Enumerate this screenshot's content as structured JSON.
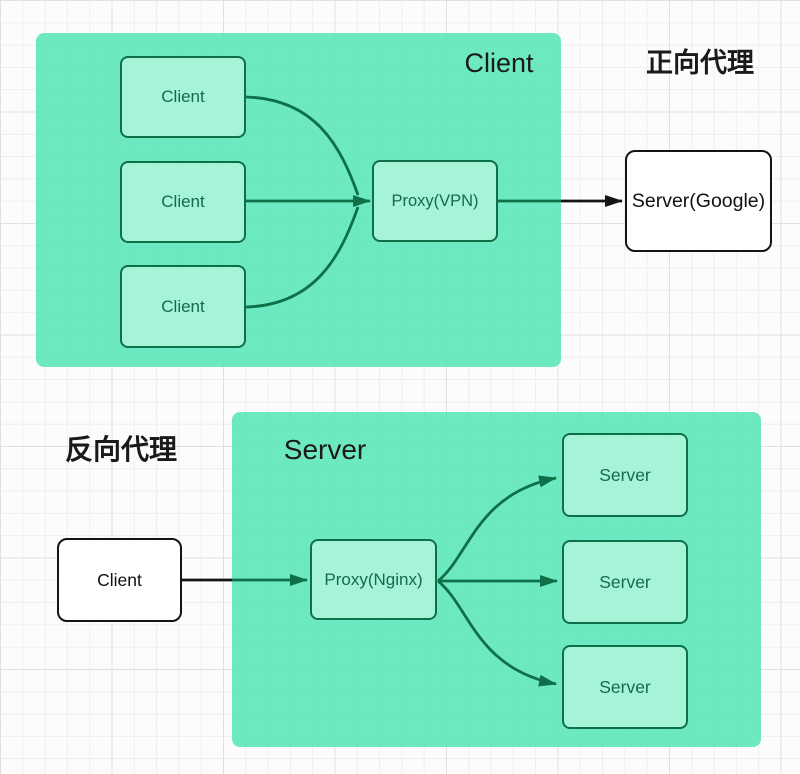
{
  "diagram": {
    "forward": {
      "section_label": "正向代理",
      "container_label": "Client",
      "clients": [
        "Client",
        "Client",
        "Client"
      ],
      "proxy_label": "Proxy(VPN)",
      "server_label": "Server(Google)"
    },
    "reverse": {
      "section_label": "反向代理",
      "container_label": "Server",
      "client_label": "Client",
      "proxy_label": "Proxy(Nginx)",
      "servers": [
        "Server",
        "Server",
        "Server"
      ]
    },
    "colors": {
      "container_fill": "#61e7bc",
      "node_fill_green": "#a5f4d8",
      "node_border_green": "#0d7049",
      "node_text_green": "#17684c",
      "connector_green": "#0d7049",
      "connector_black": "#141414",
      "node_fill_white": "#ffffff",
      "grid_minor": "#f1eded",
      "grid_major": "#e4dfdf",
      "background": "#fdfcfc"
    }
  }
}
